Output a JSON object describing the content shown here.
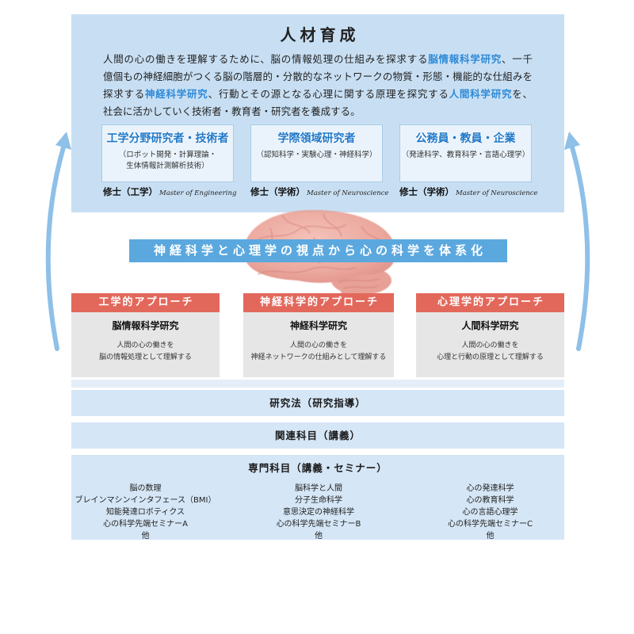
{
  "intro": {
    "title": "人材育成",
    "lines": [
      [
        "人間の心の働きを理解するために、脳の情報処理の仕組みを探求する",
        "脳情報科学研究",
        "、一千"
      ],
      [
        "億個もの神経細胞がつくる脳の階層的・分散的なネットワークの物質・形態・機能的な仕組みを"
      ],
      [
        "探求する",
        "神経科学研究",
        "、行動とその源となる心理に関する原理を探究する",
        "人間科学研究",
        "を、"
      ],
      [
        "社会に活かしていく技術者・教育者・研究者を養成する。"
      ]
    ]
  },
  "careers": [
    {
      "title": "工学分野研究者・技術者",
      "details": [
        "（ロボット開発・計算理論・",
        "生体情報計測解析技術）"
      ],
      "degree": "修士（工学）",
      "degree_en": "Master of Engineering"
    },
    {
      "title": "学際領域研究者",
      "details": [
        "（認知科学・実験心理・神経科学）"
      ],
      "degree": "修士（学術）",
      "degree_en": "Master of Neuroscience"
    },
    {
      "title": "公務員・教員・企業",
      "details": [
        "（発達科学、教育科学・言語心理学）"
      ],
      "degree": "修士（学術）",
      "degree_en": "Master of Neuroscience"
    }
  ],
  "banner": "神経科学と心理学の視点から心の科学を体系化",
  "approaches": [
    {
      "label": "工学的アプローチ",
      "field": "脳情報科学研究",
      "desc": [
        "人間の心の働きを",
        "脳の情報処理として理解する"
      ],
      "courses": [
        "脳の数理",
        "ブレインマシンインタフェース（BMI）",
        "知能発達ロボティクス",
        "心の科学先端セミナーA",
        "他"
      ]
    },
    {
      "label": "神経科学的アプローチ",
      "field": "神経科学研究",
      "desc": [
        "人間の心の働きを",
        "神経ネットワークの仕組みとして理解する"
      ],
      "courses": [
        "脳科学と人間",
        "分子生命科学",
        "意思決定の神経科学",
        "心の科学先端セミナーB",
        "他"
      ]
    },
    {
      "label": "心理学的アプローチ",
      "field": "人間科学研究",
      "desc": [
        "人間の心の働きを",
        "心理と行動の原理として理解する"
      ],
      "courses": [
        "心の発達科学",
        "心の教育科学",
        "心の言語心理学",
        "心の科学先端セミナーC",
        "他"
      ]
    }
  ],
  "rows": {
    "research": "研究法（研究指導）",
    "related": "関連科目（講義）",
    "specialized": "専門科目（講義・セミナー）"
  },
  "colors": {
    "panel": "#c8dff3",
    "hl": "#2f8ad8",
    "banner": "#5ba8df",
    "approach": "#e3685c",
    "grey": "#e6e6e6",
    "band": "#d5e6f6",
    "arrow": "#8ec0e8",
    "career-title": "#1f78c8"
  }
}
